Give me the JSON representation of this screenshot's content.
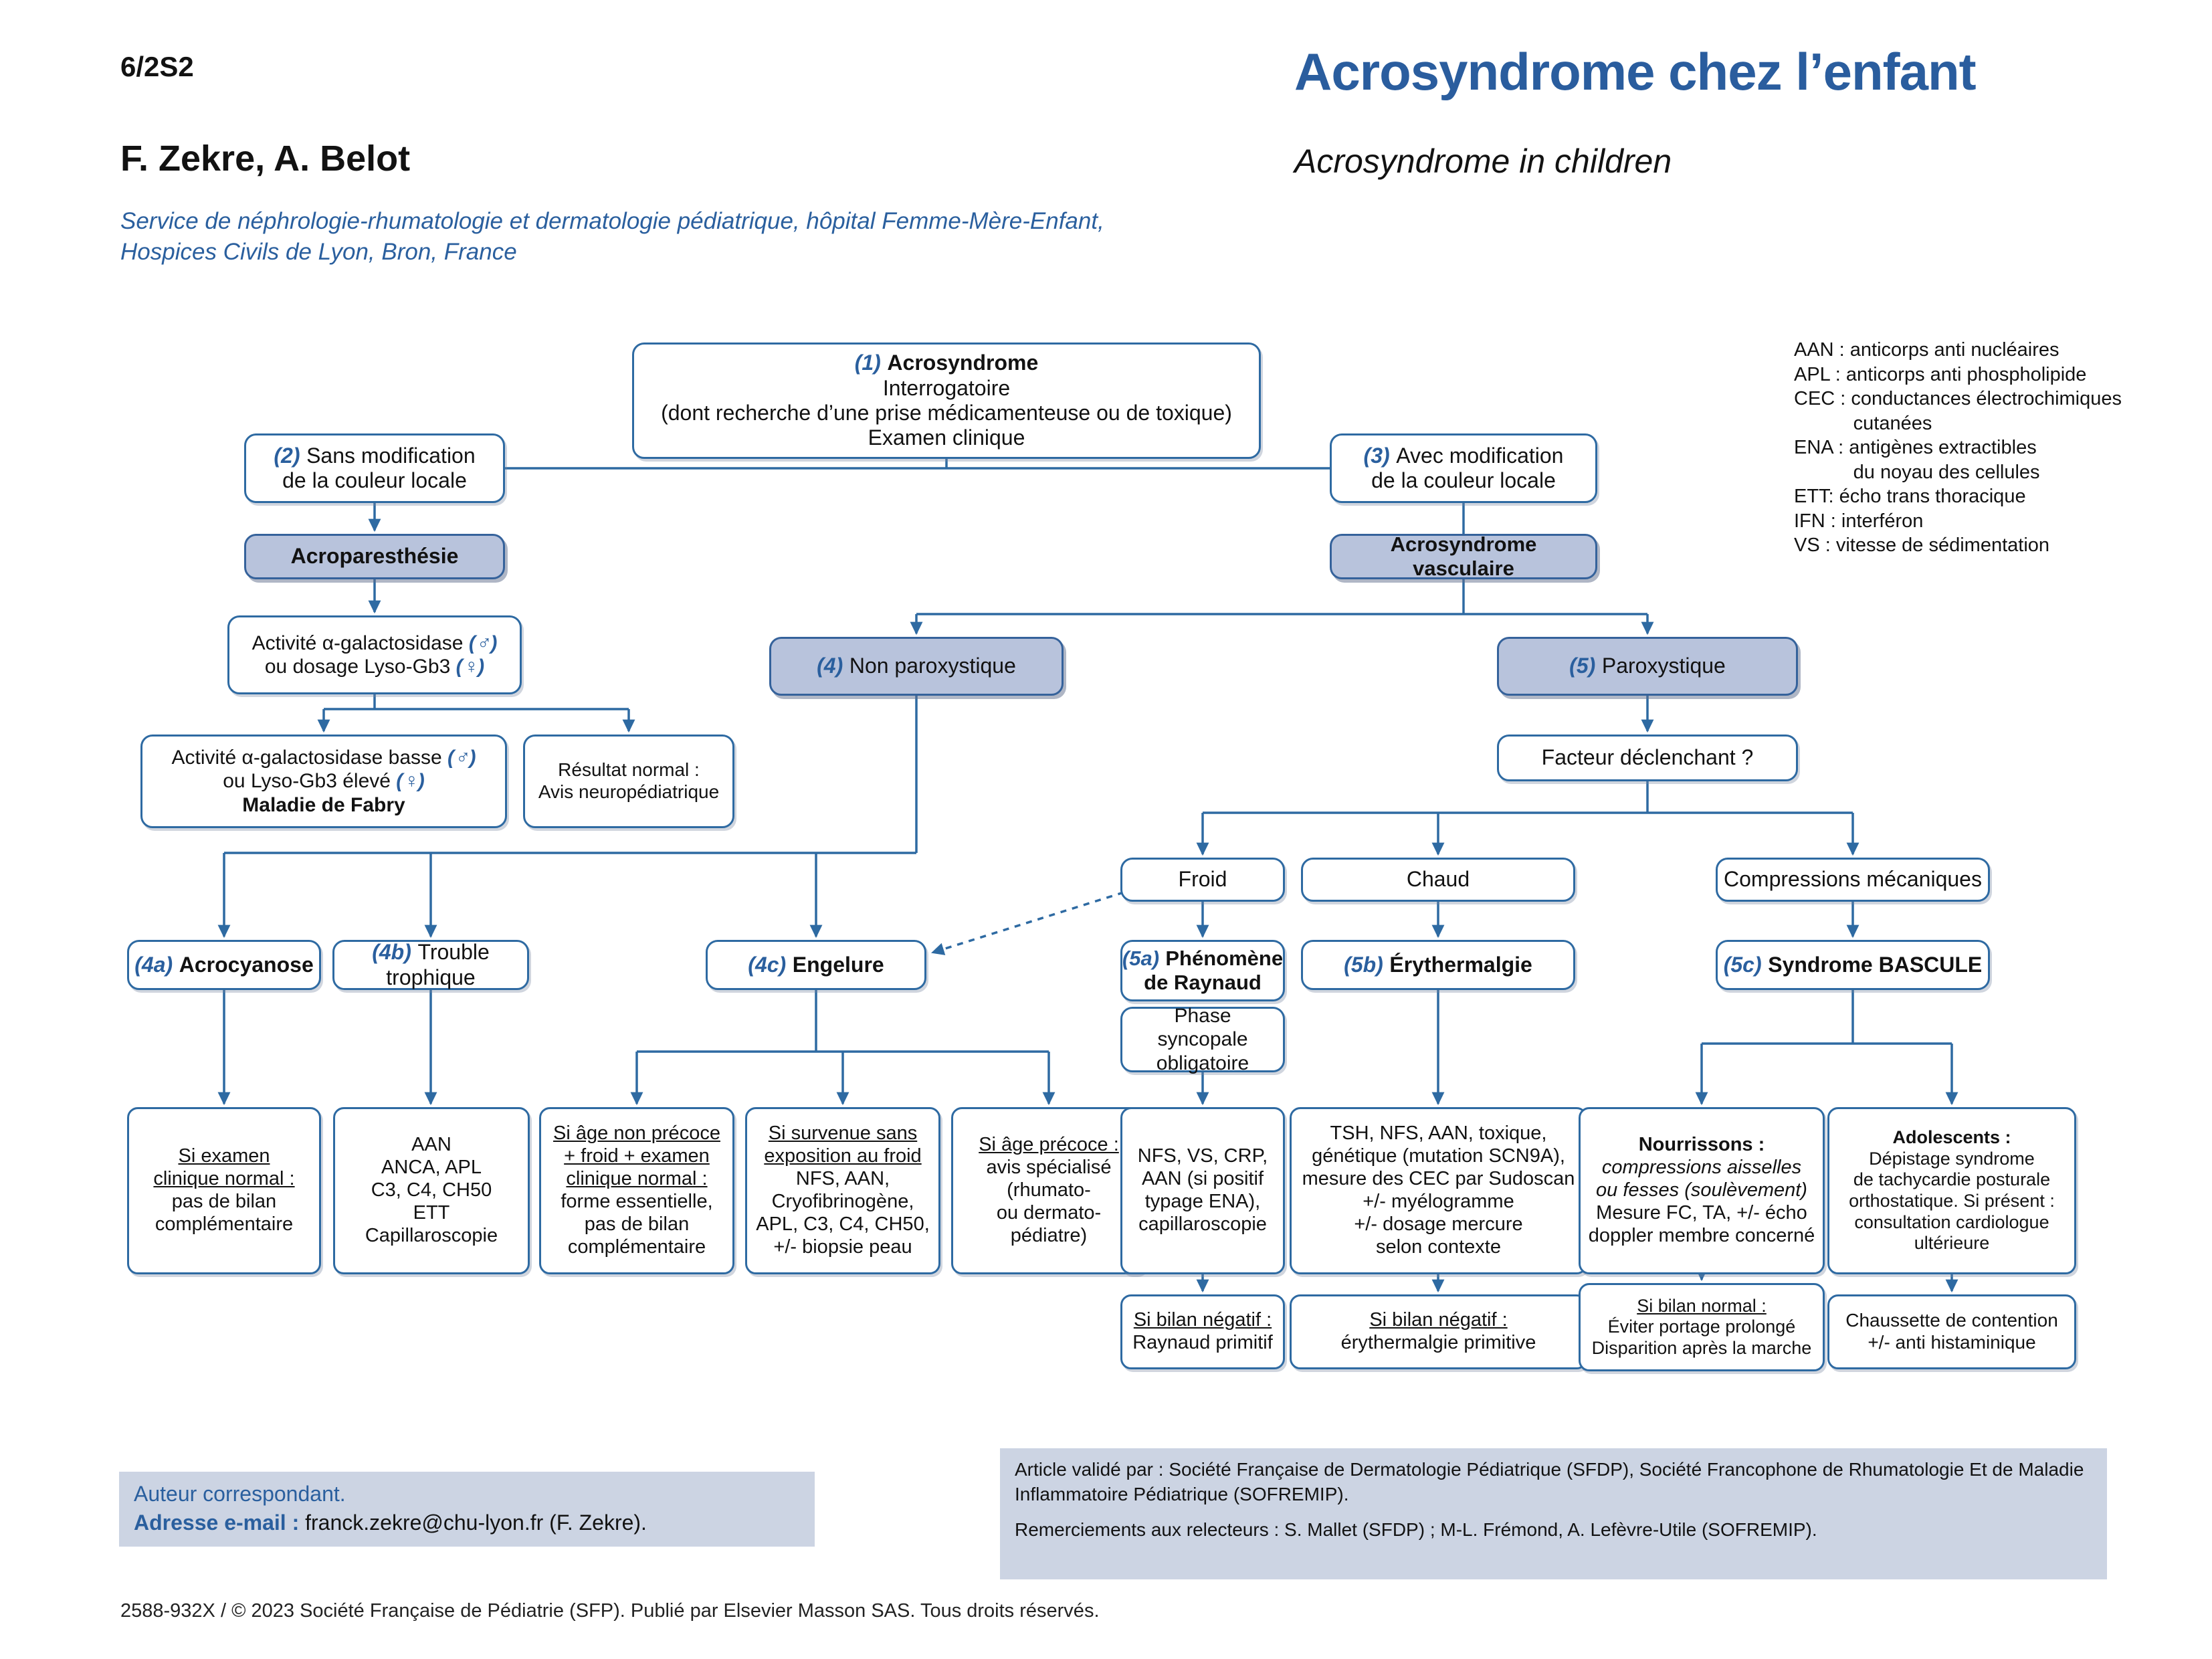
{
  "colors": {
    "accent": "#2e6aa2",
    "marker_blue": "#2a5f9e",
    "title_blue": "#2a5d9e",
    "box_fill": "#b8c3dc",
    "box_fill_border": "#35629b",
    "footer_fill": "#ccd4e3"
  },
  "header": {
    "page_number": "6/2S2",
    "title_fr": "Acrosyndrome chez l’enfant",
    "title_en": "Acrosyndrome in children",
    "authors": "F. Zekre, A. Belot",
    "affiliation": "Service de néphrologie-rhumatologie et dermatologie pédiatrique, hôpital Femme-Mère-Enfant,\nHospices Civils de Lyon, Bron, France"
  },
  "legend": {
    "text": "AAN : anticorps anti nucléaires\nAPL : anticorps anti phospholipide\nCEC : conductances électrochimiques\n           cutanées\nENA : antigènes extractibles\n           du noyau des cellules\nETT: écho trans thoracique\nIFN : interféron\nVS : vitesse de sédimentation"
  },
  "flow": {
    "n1": {
      "marker": "(1)",
      "title": "Acrosyndrome",
      "lines": "Interrogatoire\n(dont recherche d’une prise médicamenteuse ou de toxique)\nExamen clinique"
    },
    "n2": {
      "marker": "(2)",
      "label": "Sans modification\nde la couleur locale"
    },
    "n3": {
      "marker": "(3)",
      "label": "Avec modification\nde la couleur locale"
    },
    "acroparesthesie": {
      "label": "Acroparesthésie"
    },
    "acro_vasc": {
      "label": "Acrosyndrome vasculaire"
    },
    "alphagal": {
      "l1": "Activité α-galactosidase ",
      "male": "(♂)",
      "l2": "ou dosage Lyso-Gb3 ",
      "female": "(♀)"
    },
    "fabry": {
      "l1": "Activité α-galactosidase basse ",
      "male": "(♂)",
      "l2": "ou Lyso-Gb3 élevé ",
      "female": "(♀)",
      "l3": "Maladie de Fabry"
    },
    "res_normal": {
      "label": "Résultat normal :\nAvis neuropédiatrique"
    },
    "n4": {
      "marker": "(4)",
      "label": "Non paroxystique"
    },
    "n5": {
      "marker": "(5)",
      "label": "Paroxystique"
    },
    "facteur": {
      "label": "Facteur déclenchant ?"
    },
    "froid": {
      "label": "Froid"
    },
    "chaud": {
      "label": "Chaud"
    },
    "compressions": {
      "label": "Compressions mécaniques"
    },
    "n4a": {
      "marker": "(4a)",
      "label": "Acrocyanose"
    },
    "n4b": {
      "marker": "(4b)",
      "label": "Trouble trophique"
    },
    "n4c": {
      "marker": "(4c)",
      "label": "Engelure"
    },
    "n5a": {
      "marker": "(5a)",
      "label": "Phénomène\nde Raynaud"
    },
    "n5b": {
      "marker": "(5b)",
      "label": "Érythermalgie"
    },
    "n5c": {
      "marker": "(5c)",
      "label": "Syndrome BASCULE"
    },
    "phase": {
      "label": "Phase syncopale\nobligatoire"
    },
    "d4a": {
      "heading": "Si examen\nclinique normal :",
      "body": "pas de bilan\ncomplémentaire"
    },
    "d4b": {
      "body": "AAN\nANCA, APL\nC3, C4, CH50\nETT\nCapillaroscopie"
    },
    "d4c1": {
      "heading": "Si âge non précoce\n+ froid + examen\nclinique normal :",
      "body": "forme essentielle,\npas de bilan\ncomplémentaire"
    },
    "d4c2": {
      "heading": "Si survenue sans\nexposition au froid",
      "body": "NFS, AAN,\nCryofibrinogène,\nAPL, C3, C4, CH50,\n+/- biopsie peau"
    },
    "d4c3": {
      "heading": "Si âge précoce :",
      "body": "avis spécialisé\n(rhumato-\nou dermato-\npédiatre)"
    },
    "d5a": {
      "body": "NFS, VS, CRP,\nAAN (si positif\ntypage ENA),\ncapillaroscopie"
    },
    "d5b": {
      "body": "TSH, NFS, AAN, toxique,\ngénétique (mutation SCN9A),\nmesure des CEC par Sudoscan\n+/- myélogramme\n+/- dosage mercure\nselon contexte"
    },
    "d5c1": {
      "heading": "Nourrissons :",
      "italic": "compressions aisselles\nou fesses (soulèvement)",
      "body": "Mesure FC, TA, +/- écho\ndoppler membre concerné"
    },
    "d5c2": {
      "heading": "Adolescents :",
      "body": "Dépistage syndrome\nde tachycardie posturale\northostatique. Si présent :\nconsultation cardiologue\nultérieure"
    },
    "r5a": {
      "heading": "Si bilan négatif :",
      "body": "Raynaud primitif"
    },
    "r5b": {
      "heading": "Si bilan négatif :",
      "body": "érythermalgie primitive"
    },
    "r5c1": {
      "heading": "Si bilan normal :",
      "body": "Éviter portage prolongé\nDisparition après la marche"
    },
    "r5c2": {
      "body": "Chaussette de contention\n+/- anti histaminique"
    }
  },
  "footer": {
    "correspondent_line": "Auteur correspondant.",
    "email_label": "Adresse e-mail : ",
    "email_value": "franck.zekre@chu-lyon.fr (F. Zekre).",
    "validated_by": "Article validé par : Société Française de Dermatologie Pédiatrique (SFDP), Société Francophone de Rhumatologie Et de Maladie Inflammatoire Pédiatrique (SOFREMIP).",
    "thanks": "Remerciements aux relecteurs : S. Mallet (SFDP) ; M-L. Frémond, A. Lefèvre-Utile (SOFREMIP).",
    "copyright": "2588-932X / © 2023 Société Française de Pédiatrie (SFP). Publié par Elsevier Masson SAS. Tous droits réservés."
  }
}
